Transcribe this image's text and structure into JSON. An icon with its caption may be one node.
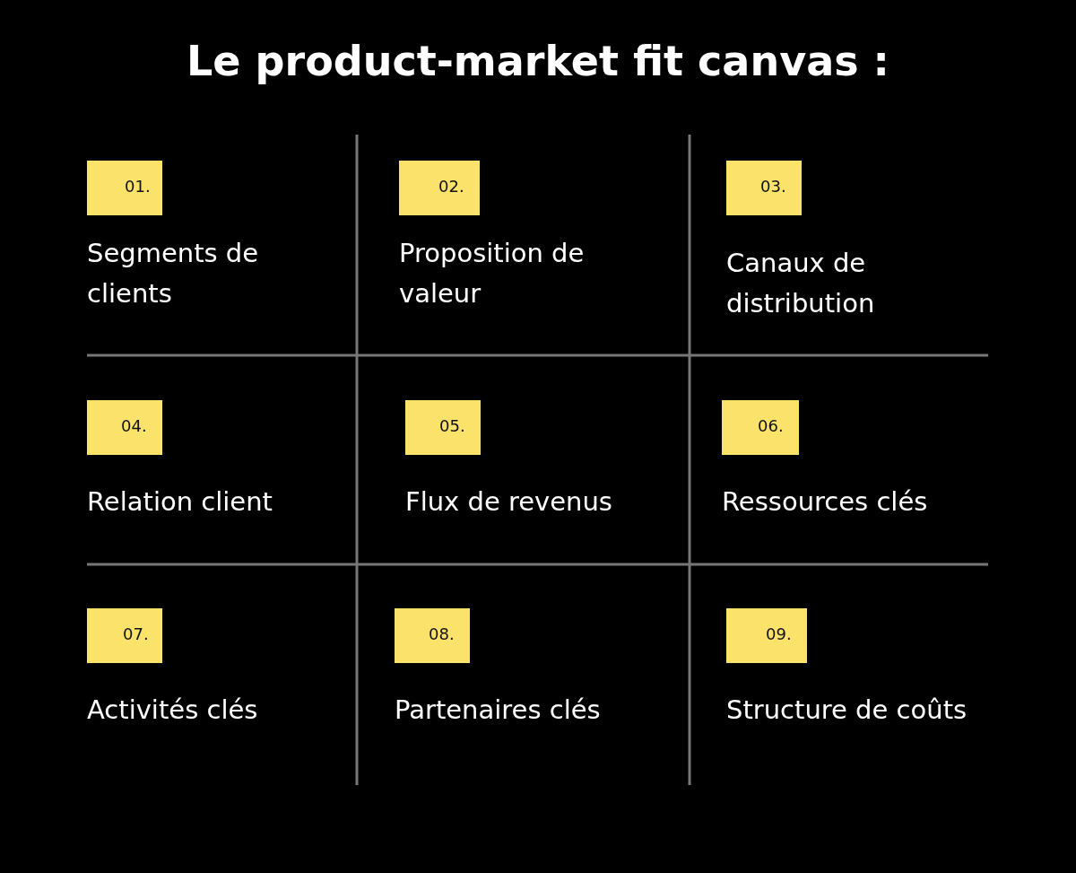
{
  "diagram": {
    "title": "Le product-market fit canvas :",
    "nodes": [
      {
        "text": [
          "01."
        ],
        "beside": [
          "Segments de clients"
        ]
      },
      {
        "text": [
          "02."
        ],
        "beside": [
          "Proposition de valeur"
        ]
      },
      {
        "text": [
          "03."
        ],
        "beside": [
          "Canaux de distribution"
        ]
      },
      {
        "text": [
          "04."
        ],
        "beside": [
          "Relation client"
        ]
      },
      {
        "text": [
          "05."
        ],
        "beside": [
          "Flux de revenus"
        ]
      },
      {
        "text": [
          "06."
        ],
        "beside": [
          "Ressources clés"
        ]
      },
      {
        "text": [
          "07."
        ],
        "beside": [
          "Activités clés"
        ]
      },
      {
        "text": [
          "08."
        ],
        "beside": [
          "Partenaires clés"
        ]
      },
      {
        "text": [
          "09."
        ],
        "beside": [
          "Structure de coûts"
        ]
      }
    ],
    "edges": []
  }
}
